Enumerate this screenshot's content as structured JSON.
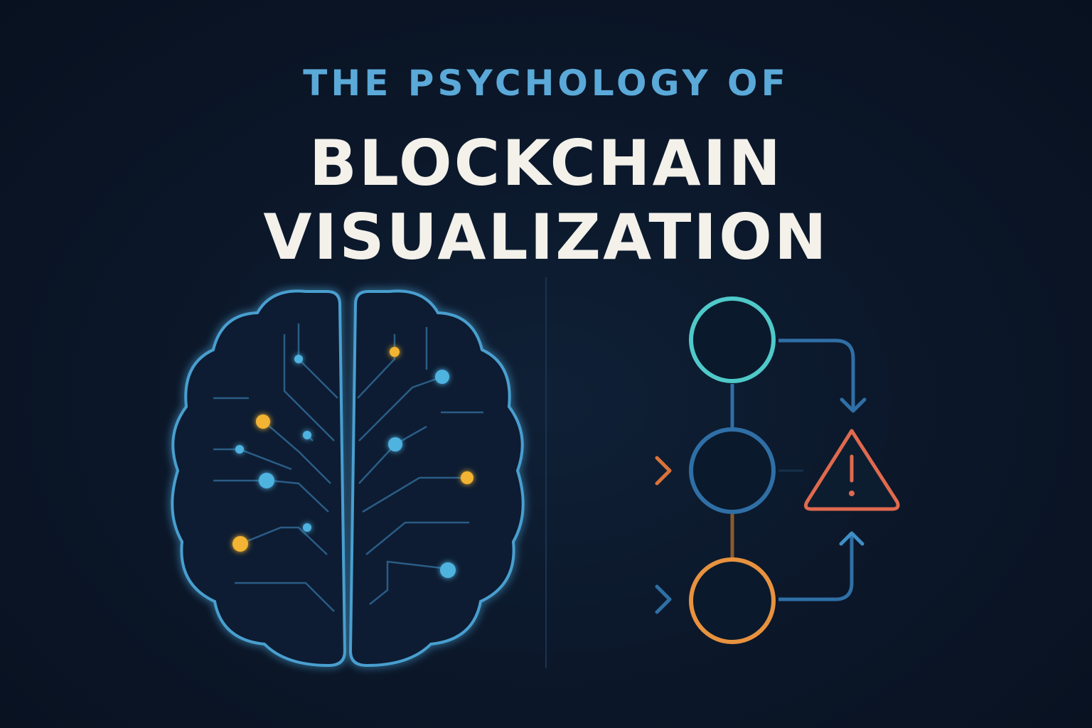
{
  "title": {
    "line1": "THE PSYCHOLOGY OF",
    "line2": "BLOCKCHAIN",
    "line3": "VISUALIZATION"
  },
  "colors": {
    "background": "#0b1628",
    "accent_blue": "#5aa9d8",
    "title_white": "#f3f1ea",
    "node_teal": "#4fc9c9",
    "node_blue": "#2f6fa6",
    "node_orange": "#e8923f",
    "warning": "#e06a4e",
    "dot_yellow": "#f2b431",
    "dot_blue": "#4fb3e0"
  },
  "icons": [
    "brain-icon",
    "warning-triangle-icon",
    "arrow-right-icon",
    "arrow-down-icon",
    "arrow-up-icon"
  ]
}
